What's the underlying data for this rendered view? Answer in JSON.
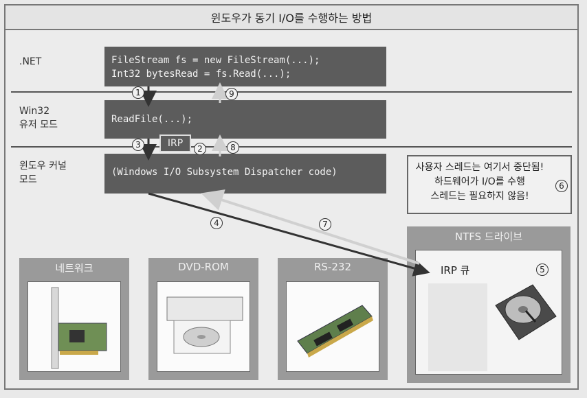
{
  "title": "윈도우가 동기 I/O를 수행하는 방법",
  "layers": {
    "dotnet": {
      "label": ".NET",
      "code": "FileStream fs = new FileStream(...);\nInt32 bytesRead = fs.Read(...);"
    },
    "win32": {
      "label": "Win32\n유저 모드",
      "code": "ReadFile(...);"
    },
    "kernel": {
      "label": "윈도우 커널\n모드",
      "code": "(Windows I/O Subsystem Dispatcher code)"
    }
  },
  "irp_label": "IRP",
  "note": "사용자 스레드는 여기서 중단됨!\n하드웨어가 I/O를 수행\n스레드는 필요하지 않음!",
  "devices": [
    "네트워크",
    "DVD-ROM",
    "RS-232",
    "NTFS 드라이브"
  ],
  "irp_queue_label": "IRP 큐",
  "steps": [
    "1",
    "2",
    "3",
    "4",
    "5",
    "6",
    "7",
    "8",
    "9"
  ]
}
